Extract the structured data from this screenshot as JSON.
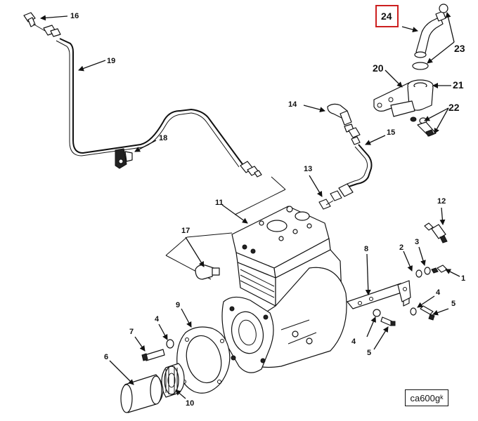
{
  "highlighted_callout": "24",
  "callouts": {
    "c1": "1",
    "c2": "2",
    "c3": "3",
    "c4a": "4",
    "c4b": "4",
    "c4c": "4",
    "c5a": "5",
    "c5b": "5",
    "c6": "6",
    "c7": "7",
    "c8": "8",
    "c9": "9",
    "c10": "10",
    "c11": "11",
    "c12": "12",
    "c13": "13",
    "c14": "14",
    "c15": "15",
    "c16": "16",
    "c17": "17",
    "c18": "18",
    "c19": "19",
    "c20": "20",
    "c21": "21",
    "c22": "22",
    "c23": "23"
  },
  "figure_code": "ca600gᵏ",
  "colors": {
    "highlight": "#cc1f1f",
    "ink": "#111111"
  }
}
